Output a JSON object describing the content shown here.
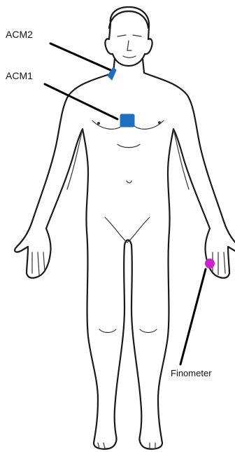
{
  "labels": {
    "acm2": "ACM2",
    "acm1": "ACM1",
    "finometer": "Finometer"
  },
  "sensors": {
    "acm2_color": "#1f6fbf",
    "acm1_color": "#1f6fbf",
    "finometer_color": "#cc22cc"
  }
}
